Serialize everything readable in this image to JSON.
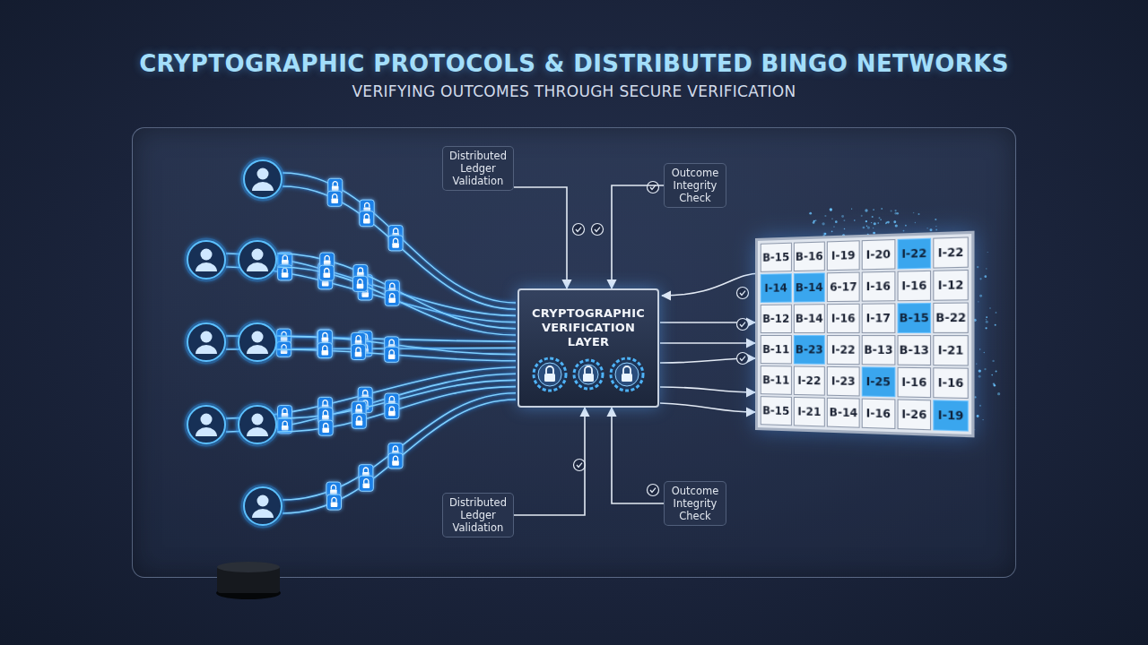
{
  "diagram": {
    "title": "CRYPTOGRAPHIC PROTOCOLS & DISTRIBUTED BINGO NETWORKS",
    "nodes": [
      {
        "text": [
          "Distributed Ledger Validation"
        ]
      },
      {
        "text": [
          "Outcome Integrity Check"
        ]
      },
      {
        "text": [
          "CRYPTOGRAPHIC VERIFICATION LAYER"
        ]
      },
      {
        "text": [
          "Distributed Ledger Validation"
        ]
      },
      {
        "text": [
          "Outcome Integrity Check"
        ]
      }
    ],
    "edges": [
      {
        "from": 0,
        "to": 2,
        "arrow": "to"
      },
      {
        "from": 1,
        "to": 2,
        "arrow": "to"
      },
      {
        "from": 3,
        "to": 2,
        "arrow": "to"
      },
      {
        "from": 4,
        "to": 2,
        "arrow": "to"
      }
    ],
    "labels": [
      "VERIFYING OUTCOMES THROUGH SECURE VERIFICATION",
      "B-15",
      "B-16",
      "I-19",
      "I-20",
      "I-22",
      "I-22",
      "I-14",
      "B-14",
      "6-17",
      "I-16",
      "I-16",
      "I-12",
      "B-12",
      "B-14",
      "I-16",
      "I-17",
      "B-15",
      "B-22",
      "B-11",
      "B-23",
      "I-22",
      "B-13",
      "B-13",
      "I-21",
      "B-11",
      "I-22",
      "I-23",
      "I-25",
      "I-16",
      "I-16",
      "B-15",
      "I-21",
      "B-14",
      "I-16",
      "I-26",
      "I-19"
    ]
  }
}
